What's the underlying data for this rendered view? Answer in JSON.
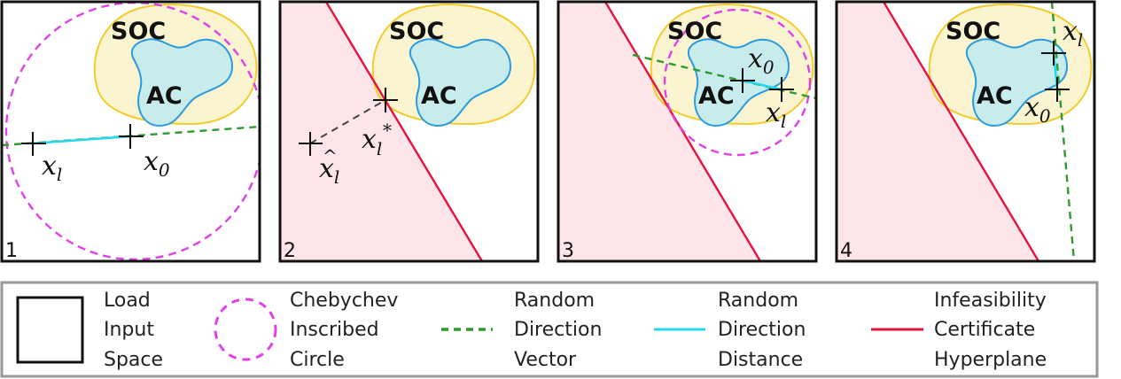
{
  "panels": [
    {
      "number": "1",
      "soc_label": "SOC",
      "ac_label": "AC",
      "points": [
        {
          "base": "x",
          "sub": "l",
          "accent": ""
        },
        {
          "base": "x",
          "sub": "0",
          "accent": ""
        }
      ]
    },
    {
      "number": "2",
      "soc_label": "SOC",
      "ac_label": "AC",
      "points": [
        {
          "base": "x",
          "sub": "l",
          "accent": "^"
        },
        {
          "base": "x",
          "sub": "l",
          "accent": "*"
        }
      ]
    },
    {
      "number": "3",
      "soc_label": "SOC",
      "ac_label": "AC",
      "points": [
        {
          "base": "x",
          "sub": "0",
          "accent": ""
        },
        {
          "base": "x",
          "sub": "l",
          "accent": ""
        }
      ]
    },
    {
      "number": "4",
      "soc_label": "SOC",
      "ac_label": "AC",
      "points": [
        {
          "base": "x",
          "sub": "l",
          "accent": ""
        },
        {
          "base": "x",
          "sub": "0",
          "accent": ""
        }
      ]
    }
  ],
  "legend": {
    "items": [
      {
        "key": "load-input-space",
        "lines": [
          "Load",
          "Input",
          "Space"
        ]
      },
      {
        "key": "chebychev-circle",
        "lines": [
          "Chebychev",
          "Inscribed",
          "Circle"
        ]
      },
      {
        "key": "random-direction-vector",
        "lines": [
          "Random",
          "Direction",
          "Vector"
        ]
      },
      {
        "key": "random-direction-distance",
        "lines": [
          "Random",
          "Direction",
          "Distance"
        ]
      },
      {
        "key": "infeasibility-hyperplane",
        "lines": [
          "Infeasibility",
          "Certificate",
          "Hyperplane"
        ]
      }
    ]
  },
  "colors": {
    "soc_fill": "#fbf4d0",
    "soc_stroke": "#f2cc2a",
    "ac_fill": "#c8ecec",
    "ac_stroke": "#2a9be0",
    "circle": "#e040e8",
    "vector": "#2f9a2f",
    "distance": "#22d8f0",
    "hyperplane": "#e8123c",
    "infeasible_fill": "#fde5ea",
    "legend_border": "#999999"
  }
}
